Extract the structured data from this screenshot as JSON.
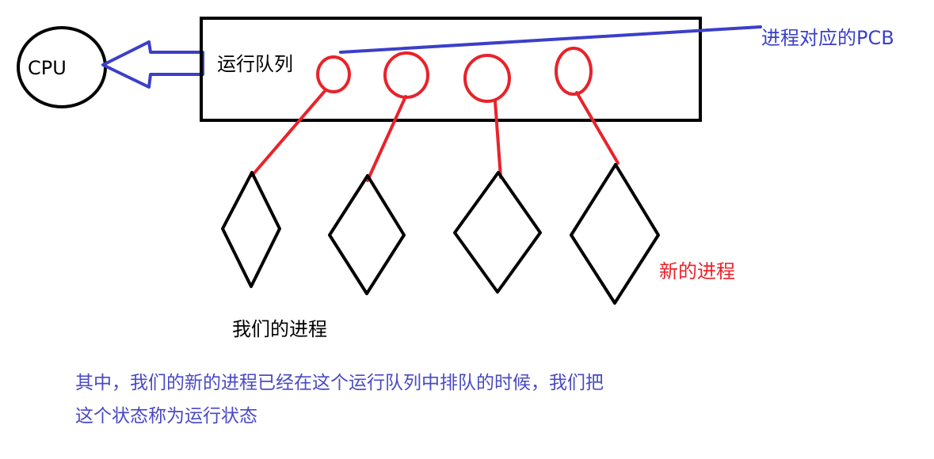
{
  "labels": {
    "cpu": "CPU",
    "run_queue": "运行队列",
    "pcb": "进程对应的PCB",
    "new_process": "新的进程",
    "our_process": "我们的进程"
  },
  "caption": {
    "line1": "其中，我们的新的进程已经在这个运行队列中排队的时候，我们把",
    "line2": "这个状态称为运行状态"
  },
  "colors": {
    "black": "#000000",
    "red": "#e8232a",
    "blue": "#3b3fc8",
    "caption_text": "#4a4ac4"
  }
}
